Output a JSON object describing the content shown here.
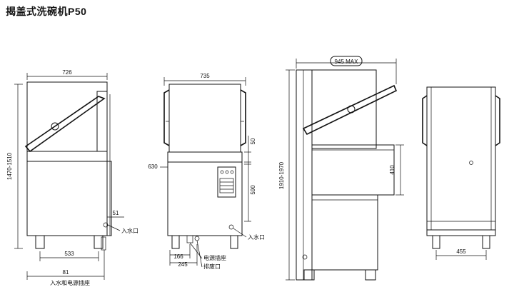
{
  "title": "揭盖式洗碗机P50",
  "dims": {
    "v1_width": "726",
    "v1_height": "1470-1510",
    "v1_51": "51",
    "v1_533": "533",
    "v1_81": "81",
    "v2_width": "735",
    "v2_630": "630",
    "v2_50": "50",
    "v2_590": "590",
    "v2_166": "166",
    "v2_245": "245",
    "v3_max": "945 MAX",
    "v3_height": "1910-1970",
    "v3_410": "410",
    "v4_455": "455"
  },
  "labels": {
    "water_in_1": "入水口",
    "water_in_2": "入水口",
    "water_power": "入水和电源插座",
    "power_socket": "电源插座",
    "drain": "排废口"
  }
}
